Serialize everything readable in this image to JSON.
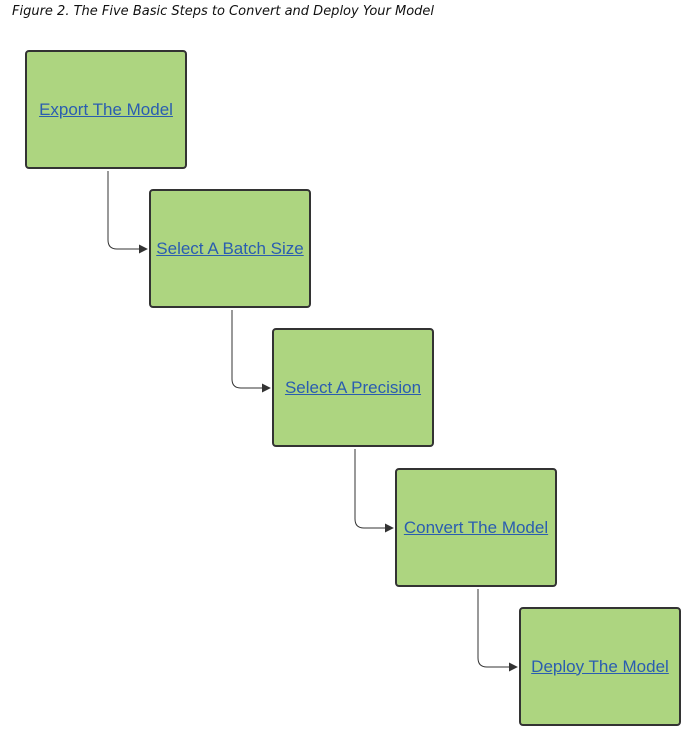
{
  "figure": {
    "caption": "Figure 2. The Five Basic Steps to Convert and Deploy Your Model"
  },
  "steps": [
    {
      "label": "Export The Model"
    },
    {
      "label": "Select A Batch Size"
    },
    {
      "label": "Select A Precision"
    },
    {
      "label": "Convert The Model"
    },
    {
      "label": "Deploy The Model"
    }
  ],
  "colors": {
    "box_fill": "#add580",
    "box_border": "#333333",
    "link": "#2a5db0",
    "connector": "#333333"
  }
}
